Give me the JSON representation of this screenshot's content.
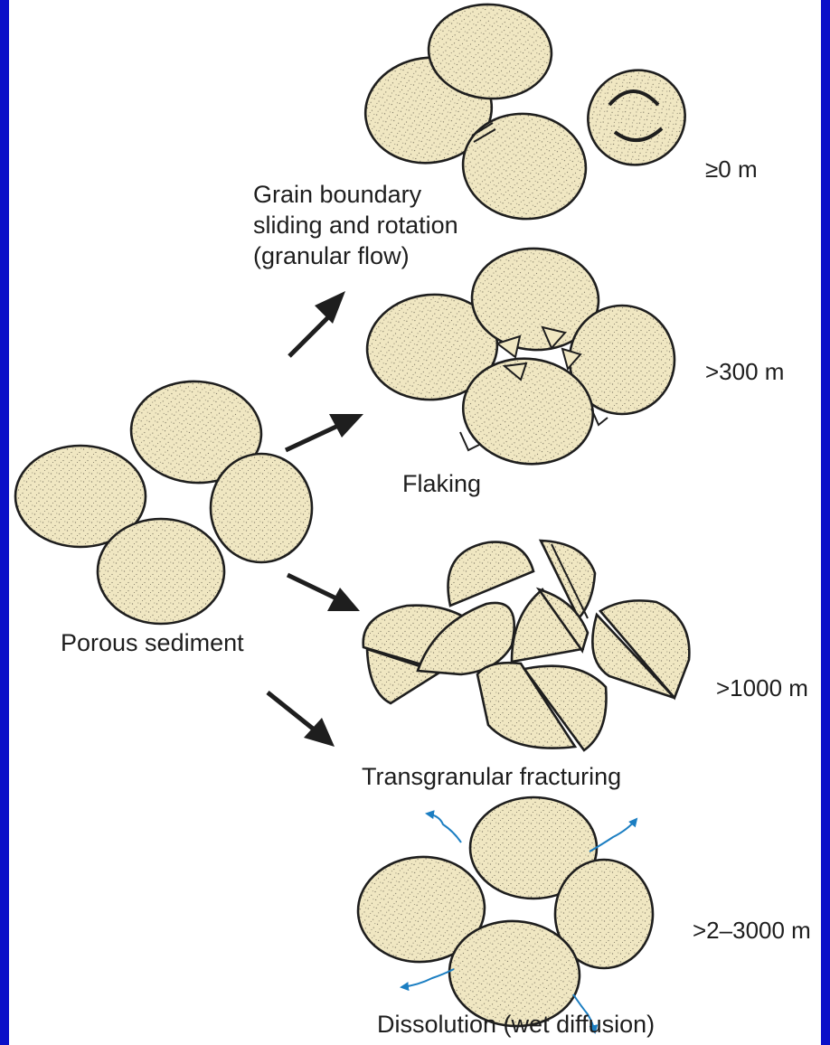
{
  "labels": {
    "granular_flow": [
      "Grain boundary",
      "sliding and rotation",
      "(granular flow)"
    ],
    "flaking": "Flaking",
    "porous_sediment": "Porous sediment",
    "transgranular": "Transgranular fracturing",
    "dissolution": "Dissolution (wet diffusion)"
  },
  "depths": {
    "granular_flow": "≥0 m",
    "flaking": ">300 m",
    "transgranular": ">1000 m",
    "dissolution": ">2–3000 m"
  },
  "colors": {
    "background": "#0b10c8",
    "panel": "#ffffff",
    "grain_fill": "#f0e7c2",
    "grain_stipple": "#7a7461",
    "outline": "#1e1e1e",
    "fluid_arrows": "#1b7ec2"
  }
}
